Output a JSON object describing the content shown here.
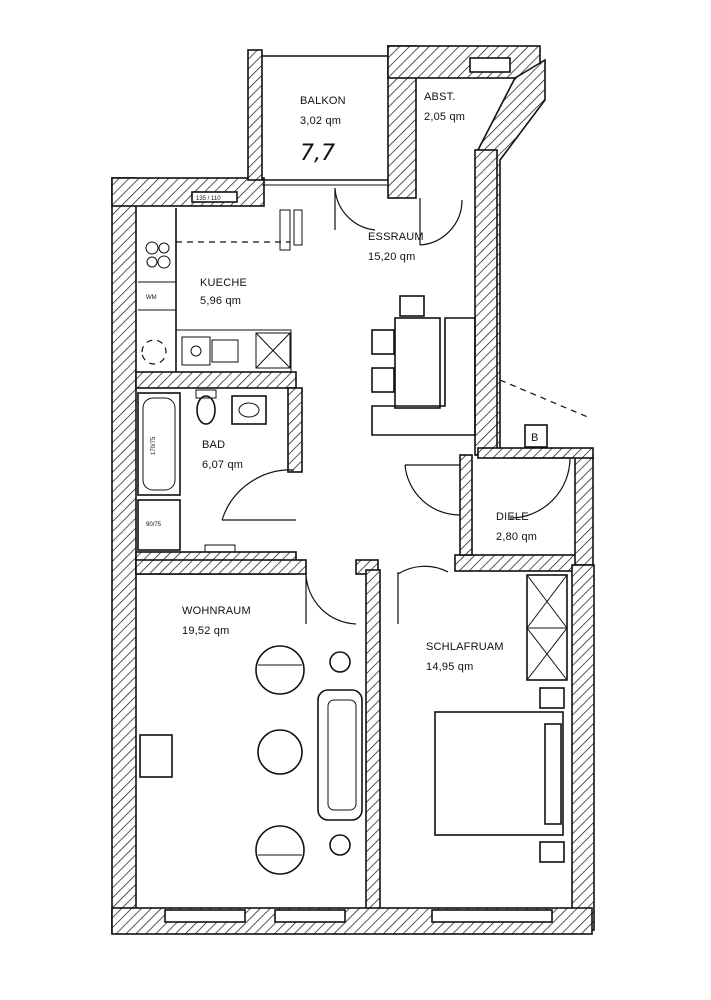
{
  "rooms": [
    {
      "name": "BALKON",
      "area": "3,02 qm"
    },
    {
      "name": "ABST.",
      "area": "2,05 qm"
    },
    {
      "name": "ESSRAUM",
      "area": "15,20 qm"
    },
    {
      "name": "KUECHE",
      "area": "5,96 qm"
    },
    {
      "name": "BAD",
      "area": "6,07 qm"
    },
    {
      "name": "DIELE",
      "area": "2,80 qm"
    },
    {
      "name": "WOHNRAUM",
      "area": "19,52 qm"
    },
    {
      "name": "SCHLAFRUAM",
      "area": "14,95 qm"
    }
  ],
  "handwritten_note": "7,7",
  "marker_b": "B",
  "fixture_labels": {
    "wm": "WM",
    "tub": "170/75",
    "shower": "90/75",
    "window_top": "135 / 110"
  }
}
